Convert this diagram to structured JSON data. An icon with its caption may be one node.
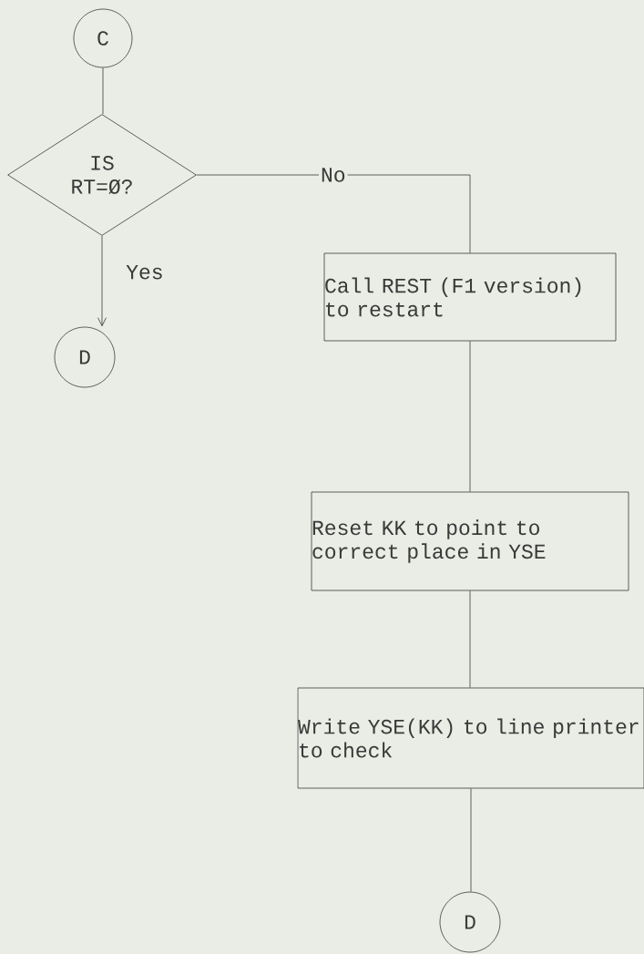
{
  "diagram": {
    "nodes": [
      {
        "text": [
          "C"
        ]
      },
      {
        "text": [
          "IS RT=Ø?"
        ]
      },
      {
        "text": [
          "D"
        ]
      },
      {
        "text": [
          "Call REST (F1 version) to restart"
        ]
      },
      {
        "text": [
          "Reset KK to point to correct place in YSE"
        ]
      },
      {
        "text": [
          "Write YSE(KK) to line printer to check"
        ]
      },
      {
        "text": [
          "D"
        ]
      }
    ],
    "edges": [
      {
        "from": 0,
        "to": 1,
        "arrow": "none"
      },
      {
        "from": 1,
        "to": 2,
        "arrow": "to",
        "label": "Yes"
      },
      {
        "from": 1,
        "to": 3,
        "arrow": "none",
        "label": "No"
      },
      {
        "from": 3,
        "to": 4,
        "arrow": "none"
      },
      {
        "from": 4,
        "to": 5,
        "arrow": "none"
      },
      {
        "from": 5,
        "to": 6,
        "arrow": "none"
      }
    ]
  }
}
